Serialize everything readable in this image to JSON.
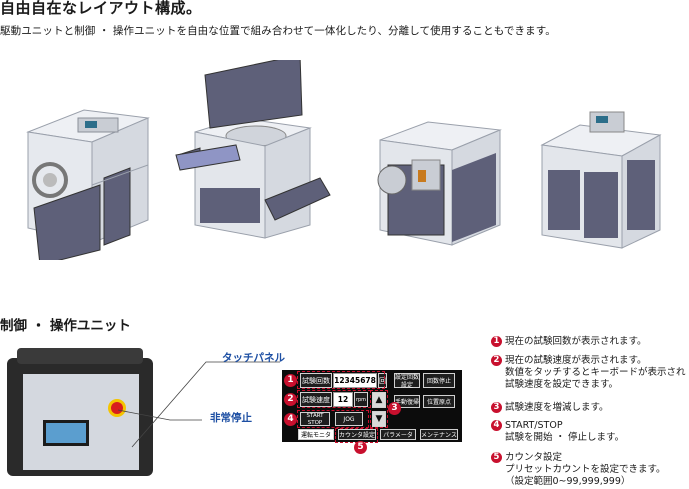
{
  "heading": "自由自在なレイアウト構成。",
  "description": "駆動ユニットと制御 ・ 操作ユニットを自由な位置で組み合わせて一体化したり、分離して使用することもできます。",
  "section_title": "制御 ・ 操作ユニット",
  "callouts": {
    "touch_panel": "タッチパネル",
    "emergency_stop": "非常停止"
  },
  "panel": {
    "row1_label": "試験回数",
    "count_value": "12345678",
    "count_unit": "回",
    "row2_label": "試験速度",
    "speed_value": "12",
    "speed_unit": "rpm",
    "btn_right1": "設定回数 設定",
    "btn_right2": "回数停止",
    "btn_right3": "手動復帰",
    "btn_right4": "位置原点",
    "start_stop": "START STOP",
    "jog": "JOG",
    "tabs": [
      "運転モニタ",
      "カウンタ設定",
      "パラメータ",
      "メンテナンス"
    ],
    "markers": [
      "1",
      "2",
      "3",
      "4",
      "5"
    ]
  },
  "legend": [
    {
      "num": "1",
      "lines": [
        "現在の試験回数が表示されます。"
      ]
    },
    {
      "num": "2",
      "lines": [
        "現在の試験速度が表示されます。",
        "数値をタッチするとキーボードが表示され",
        "試験速度を設定できます。"
      ]
    },
    {
      "num": "3",
      "lines": [
        "試験速度を増減します。"
      ]
    },
    {
      "num": "4",
      "lines": [
        "START/STOP",
        "試験を開始 ・ 停止します。"
      ]
    },
    {
      "num": "5",
      "lines": [
        "カウンタ設定",
        "プリセットカウントを設定できます。",
        "（設定範囲0~99,999,999）"
      ]
    }
  ],
  "colors": {
    "accent_red": "#c8102e",
    "callout_blue": "#1d4fa3",
    "panel_body": "#5b5e6e",
    "frame": "#d9dce3"
  }
}
